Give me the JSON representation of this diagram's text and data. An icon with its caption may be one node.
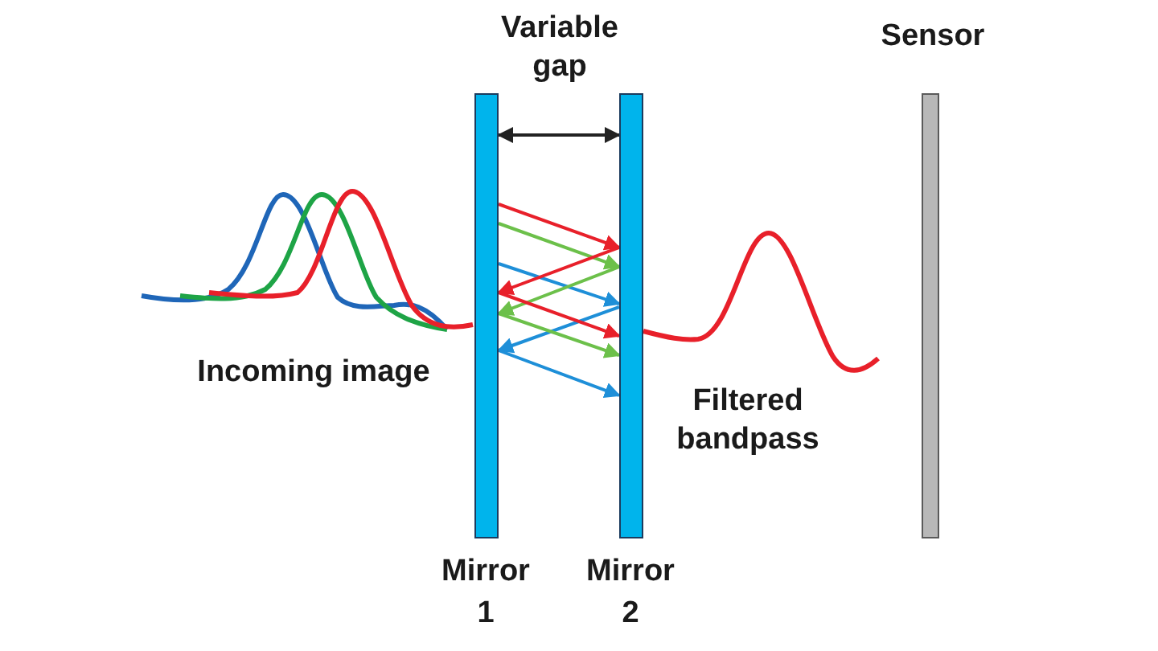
{
  "diagram": {
    "nodes": [
      {
        "text": [
          "Mirror 1"
        ]
      },
      {
        "text": [
          "Mirror 2"
        ]
      },
      {
        "text": [
          "Sensor"
        ]
      }
    ],
    "edges": [
      {
        "from": 0,
        "to": 1,
        "arrow": "to",
        "color": "#e8202a"
      },
      {
        "from": 0,
        "to": 1,
        "arrow": "to",
        "color": "#6cc04a"
      },
      {
        "from": 0,
        "to": 1,
        "arrow": "to",
        "color": "#1e8fd8"
      },
      {
        "from": 1,
        "to": 0,
        "arrow": "to",
        "color": "#e8202a"
      },
      {
        "from": 1,
        "to": 0,
        "arrow": "to",
        "color": "#6cc04a"
      },
      {
        "from": 1,
        "to": 0,
        "arrow": "to",
        "color": "#1e8fd8"
      },
      {
        "from": 0,
        "to": 1,
        "arrow": "to",
        "color": "#e8202a"
      },
      {
        "from": 0,
        "to": 1,
        "arrow": "to",
        "color": "#6cc04a"
      },
      {
        "from": 0,
        "to": 1,
        "arrow": "to",
        "color": "#1e8fd8"
      },
      {
        "from": 0,
        "to": 1,
        "arrow": "both",
        "color": "#222222"
      }
    ],
    "labels": [
      "Variable gap",
      "Incoming image",
      "Filtered bandpass"
    ]
  }
}
